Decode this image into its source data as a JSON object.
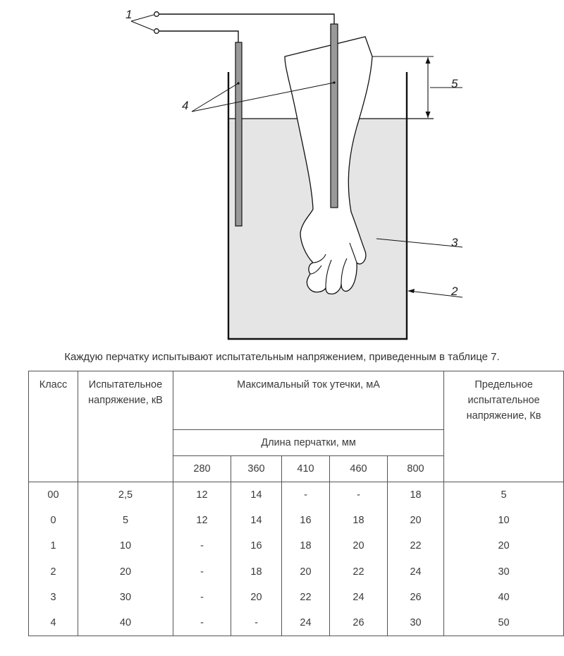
{
  "figure": {
    "labels": [
      "1",
      "2",
      "3",
      "4",
      "5"
    ]
  },
  "caption": "Каждую перчатку испытывают испытательным напряжением, приведенным в таблице 7.",
  "table": {
    "headers": {
      "class": "Класс",
      "voltage": "Испытательное напряжение, кВ",
      "leakage": "Максимальный ток утечки, мА",
      "length": "Длина перчатки, мм",
      "limit": "Предельное испытательное напряжение, Кв"
    },
    "lengths": [
      "280",
      "360",
      "410",
      "460",
      "800"
    ],
    "rows": [
      [
        "00",
        "2,5",
        "12",
        "14",
        "-",
        "-",
        "18",
        "5"
      ],
      [
        "0",
        "5",
        "12",
        "14",
        "16",
        "18",
        "20",
        "10"
      ],
      [
        "1",
        "10",
        "-",
        "16",
        "18",
        "20",
        "22",
        "20"
      ],
      [
        "2",
        "20",
        "-",
        "18",
        "20",
        "22",
        "24",
        "30"
      ],
      [
        "3",
        "30",
        "-",
        "20",
        "22",
        "24",
        "26",
        "40"
      ],
      [
        "4",
        "40",
        "-",
        "-",
        "24",
        "26",
        "30",
        "50"
      ]
    ]
  }
}
